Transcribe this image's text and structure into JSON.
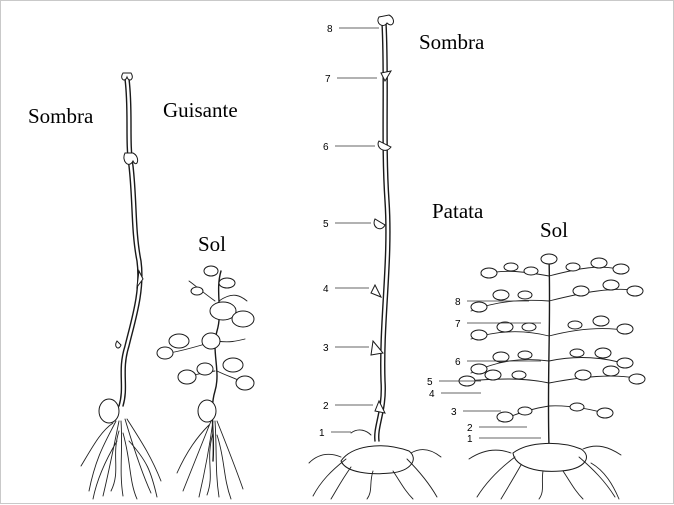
{
  "labels": {
    "sombra_left": "Sombra",
    "guisante": "Guisante",
    "sol_left": "Sol",
    "sombra_right": "Sombra",
    "patata": "Patata",
    "sol_right": "Sol"
  },
  "shade_potato_nodes": [
    "8",
    "7",
    "6",
    "5",
    "4",
    "3",
    "2",
    "1"
  ],
  "sun_potato_nodes": [
    "8",
    "7",
    "6",
    "5",
    "4",
    "3",
    "2",
    "1"
  ]
}
